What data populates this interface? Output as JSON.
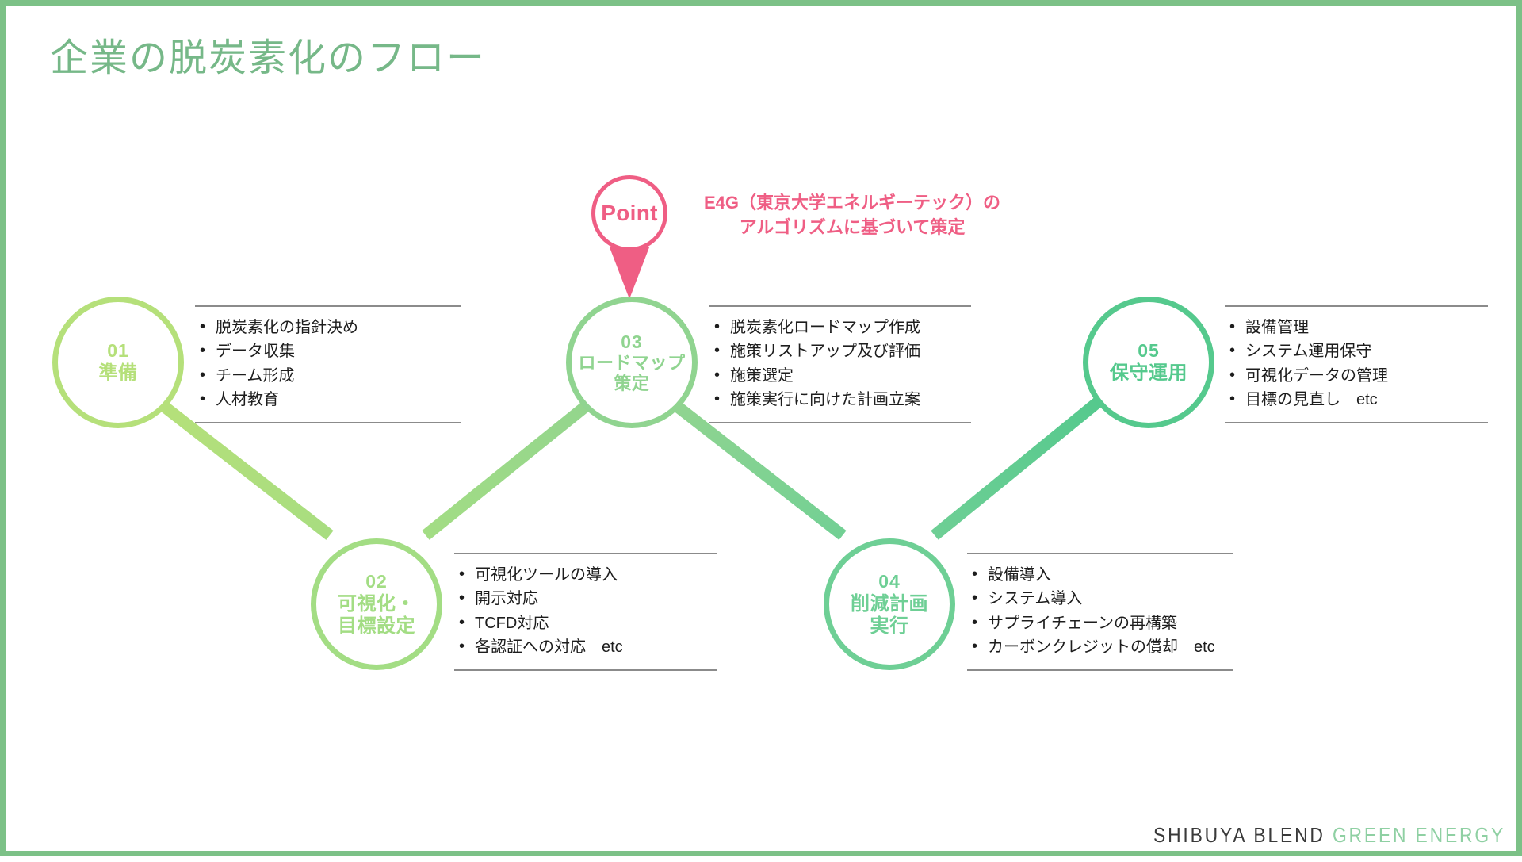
{
  "page": {
    "title": "企業の脱炭素化のフロー",
    "frame_color": "#7cc187",
    "title_color": "#76b888",
    "background": "#ffffff"
  },
  "callout": {
    "badge_label": "Point",
    "badge_color": "#ef5e84",
    "text_line1": "E4G（東京大学エネルギーテック）の",
    "text_line2": "アルゴリズムに基づいて策定"
  },
  "steps": [
    {
      "number": "01",
      "name_line1": "準備",
      "name_line2": "",
      "color": "#b5e07a",
      "items": [
        "脱炭素化の指針決め",
        "データ収集",
        "チーム形成",
        "人材教育"
      ]
    },
    {
      "number": "02",
      "name_line1": "可視化・",
      "name_line2": "目標設定",
      "color": "#a3dd84",
      "items": [
        "可視化ツールの導入",
        "開示対応",
        "TCFD対応",
        "各認証への対応　etc"
      ]
    },
    {
      "number": "03",
      "name_line1": "ロードマップ",
      "name_line2": "策定",
      "color": "#90d490",
      "items": [
        "脱炭素化ロードマップ作成",
        "施策リストアップ及び評価",
        "施策選定",
        "施策実行に向けた計画立案"
      ]
    },
    {
      "number": "04",
      "name_line1": "削減計画",
      "name_line2": "実行",
      "color": "#6ecf95",
      "items": [
        "設備導入",
        "システム導入",
        "サプライチェーンの再構築",
        "カーボンクレジットの償却　etc"
      ]
    },
    {
      "number": "05",
      "name_line1": "保守運用",
      "name_line2": "",
      "color": "#55c98d",
      "items": [
        "設備管理",
        "システム運用保守",
        "可視化データの管理",
        "目標の見直し　etc"
      ]
    }
  ],
  "footer": {
    "brand_dark": "SHIBUYA BLEND",
    "brand_green": "GREEN ENERGY",
    "brand_dark_color": "#3a3a3a",
    "brand_green_color": "#8fd0a3",
    "icon": "sprout-icon"
  }
}
